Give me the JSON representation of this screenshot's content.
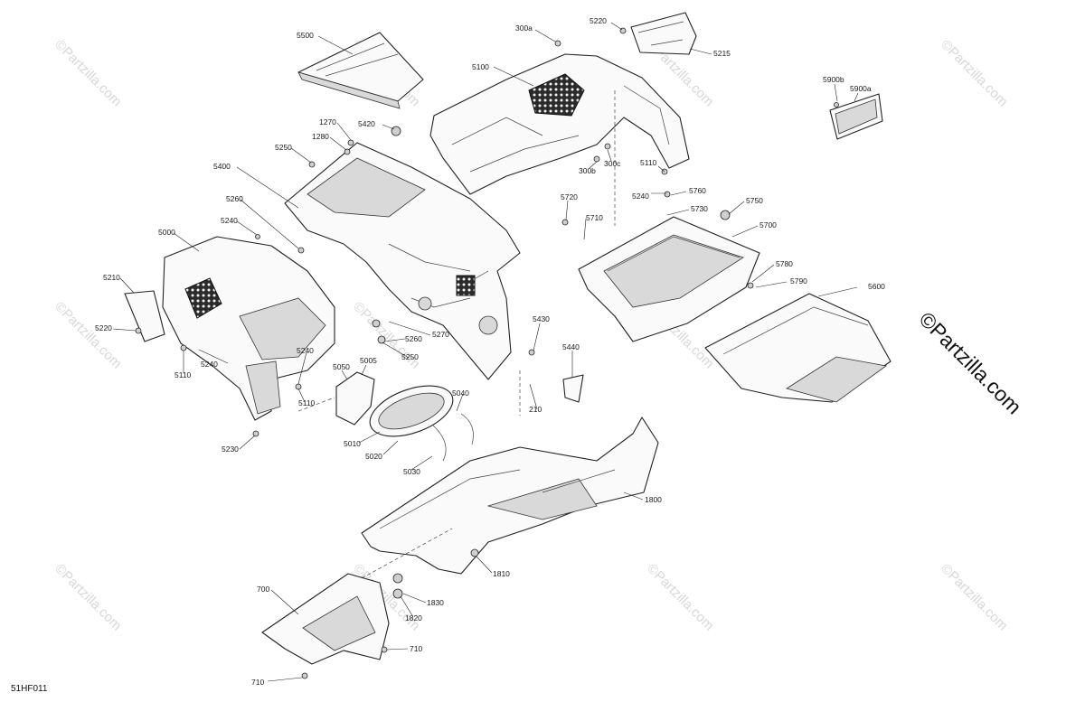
{
  "diagram": {
    "code": "51HF011",
    "copyright": "©Partzilla.com",
    "watermark": "©Partzilla.com",
    "callouts": [
      "300a",
      "5220",
      "5215",
      "5500",
      "5100",
      "5900b",
      "5900a",
      "1270",
      "5420",
      "1280",
      "5250",
      "300c",
      "300b",
      "5110",
      "5400",
      "5240",
      "5720",
      "5760",
      "5750",
      "5260",
      "5730",
      "5710",
      "5700",
      "5240",
      "5000",
      "5210",
      "5780",
      "5790",
      "5600",
      "5220",
      "5260",
      "5270",
      "5430",
      "5240",
      "5250",
      "5440",
      "5110",
      "5240",
      "5050",
      "5005",
      "5040",
      "5110",
      "5010",
      "210",
      "5020",
      "5030",
      "5230",
      "1800",
      "1810",
      "700",
      "1830",
      "1820",
      "710",
      "710"
    ]
  }
}
